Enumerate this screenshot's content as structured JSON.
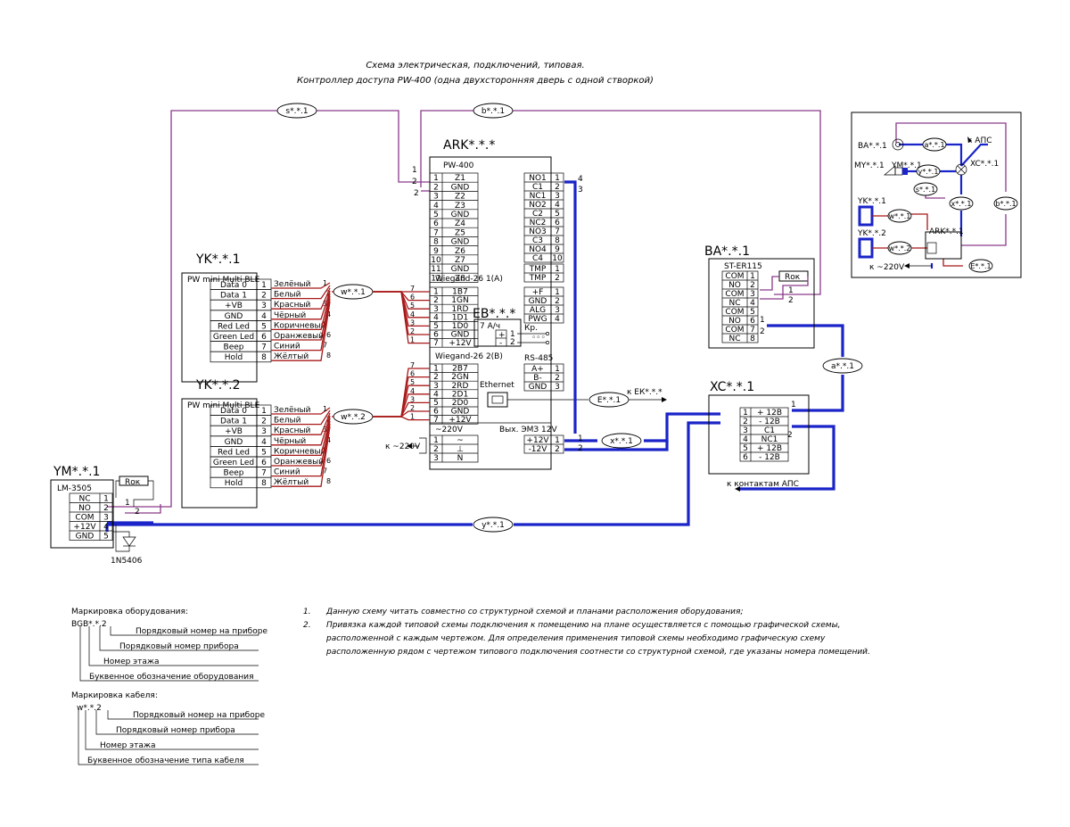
{
  "title": {
    "line1": "Схема электрическая,  подключений, типовая.",
    "line2": "Контроллер доступа PW-400 (одна двухсторонняя дверь с одной створкой)"
  },
  "cables": {
    "s": "s*.*.1",
    "b": "b*.*.1",
    "w1": "w*.*.1",
    "w2": "w*.*.2",
    "e": "E*.*.1",
    "x": "x*.*.1",
    "y": "y*.*.1",
    "a": "a*.*.1"
  },
  "ark": {
    "tag": "ARK*.*.*",
    "model": "PW-400",
    "pins_left": [
      "Z1",
      "GND",
      "Z2",
      "Z3",
      "GND",
      "Z4",
      "Z5",
      "GND",
      "Z6",
      "Z7",
      "GND",
      "Z8"
    ],
    "pins_left_nums": [
      "1",
      "2",
      "3",
      "4",
      "5",
      "6",
      "7",
      "8",
      "9",
      "10",
      "11",
      "12"
    ],
    "relay_pins": [
      "NO1",
      "C1",
      "NC1",
      "NO2",
      "C2",
      "NC2",
      "NO3",
      "C3",
      "NO4",
      "C4"
    ],
    "relay_nums": [
      "1",
      "2",
      "3",
      "4",
      "5",
      "6",
      "7",
      "8",
      "9",
      "10"
    ],
    "tmp": [
      "TMP",
      "TMP"
    ],
    "tmp_nums": [
      "1",
      "2"
    ],
    "aux": [
      "+F",
      "GND",
      "ALG",
      "PWG"
    ],
    "aux_nums": [
      "1",
      "2",
      "3",
      "4"
    ],
    "wiegand1_title": "Wiegand-26 1(A)",
    "wiegand1": [
      "1B7",
      "1GN",
      "1RD",
      "1D1",
      "1D0",
      "GND",
      "+12V"
    ],
    "wiegand2_title": "Wiegand-26 2(B)",
    "wiegand2": [
      "2B7",
      "2GN",
      "2RD",
      "2D1",
      "2D0",
      "GND",
      "+12V"
    ],
    "w_nums": [
      "1",
      "2",
      "3",
      "4",
      "5",
      "6",
      "7"
    ],
    "rs485_title": "RS-485",
    "rs485": [
      "A+",
      "B-",
      "GND"
    ],
    "rs485_nums": [
      "1",
      "2",
      "3"
    ],
    "ethernet": "Ethernet",
    "power_title": "~220V",
    "power": [
      "~",
      "⊥",
      "N"
    ],
    "power_nums": [
      "1",
      "2",
      "3"
    ],
    "em_title": "Вых. ЭМЗ 12V",
    "em": [
      "+12V",
      "-12V"
    ],
    "em_nums": [
      "1",
      "2"
    ],
    "eb_tag": "EB*.*.*",
    "eb_label": "7 А/ч",
    "eb_pins": [
      "+",
      "-"
    ],
    "eb_nums": [
      "1",
      "2"
    ],
    "kp": "Кр.",
    "ek_label": "к ЕК*.*.*",
    "v220_label": "к ~220V"
  },
  "readers": [
    {
      "tag": "YK*.*.1",
      "model": "PW mini Multi BLE",
      "pins": [
        "Data 0",
        "Data 1",
        "+VB",
        "GND",
        "Red Led",
        "Green Led",
        "Beep",
        "Hold"
      ],
      "nums": [
        "1",
        "2",
        "3",
        "4",
        "5",
        "6",
        "7",
        "8"
      ],
      "wires": [
        "Зелёный",
        "Белый",
        "Красный",
        "Чёрный",
        "Коричневый",
        "Оранжевый",
        "Синий",
        "Жёлтый"
      ]
    },
    {
      "tag": "YK*.*.2",
      "model": "PW mini Multi BLE",
      "pins": [
        "Data 0",
        "Data 1",
        "+VB",
        "GND",
        "Red Led",
        "Green Led",
        "Beep",
        "Hold"
      ],
      "nums": [
        "1",
        "2",
        "3",
        "4",
        "5",
        "6",
        "7",
        "8"
      ],
      "wires": [
        "Зелёный",
        "Белый",
        "Красный",
        "Чёрный",
        "Коричневый",
        "Оранжевый",
        "Синий",
        "Жёлтый"
      ]
    }
  ],
  "wire_nums": [
    "1",
    "2",
    "3",
    "4",
    "5",
    "6",
    "7",
    "8"
  ],
  "lock": {
    "tag": "YM*.*.1",
    "model": "LM-3505",
    "pins": [
      "NC",
      "NO",
      "COM",
      "+12V",
      "GND"
    ],
    "nums": [
      "1",
      "2",
      "3",
      "4",
      "5"
    ],
    "resistor": "Rок",
    "diode": "1N5406"
  },
  "button": {
    "tag": "BA*.*.1",
    "model": "ST-ER115",
    "pins": [
      "COM",
      "NO",
      "COM",
      "NC",
      "COM",
      "NO",
      "COM",
      "NC"
    ],
    "nums": [
      "1",
      "2",
      "3",
      "4",
      "5",
      "6",
      "7",
      "8"
    ],
    "resistor": "Rок"
  },
  "xc": {
    "tag": "XC*.*.1",
    "pins": [
      "+ 12В",
      "- 12В",
      "C1",
      "NC1",
      "+ 12В",
      "- 12В"
    ],
    "nums": [
      "1",
      "2",
      "3",
      "4",
      "5",
      "6"
    ],
    "aps_label": "к контактам АПС"
  },
  "inset": {
    "ba": "BA*.*.1",
    "my": "MY*.*.1",
    "ym": "YM*.*.1",
    "xc": "XC*.*.1",
    "yk1": "YK*.*.1",
    "yk2": "YK*.*.2",
    "ark": "ARK*.*.1",
    "aps": "к АПС",
    "v220": "к ~220V",
    "tags": [
      "a*.*.1",
      "y*.*.1",
      "s*.*.1",
      "x*.*.1",
      "b*.*.1",
      "w*.*.1",
      "w*.*.2",
      "E*.*.1"
    ]
  },
  "legend": {
    "equip_title": "Маркировка оборудования:",
    "equip_code": "BGB*.*.2",
    "equip_lines": [
      "Порядковый номер на приборе",
      "Порядковый номер прибора",
      "Номер этажа",
      "Буквенное обозначение оборудования"
    ],
    "cable_title": "Маркировка кабеля:",
    "cable_code": "w*.*.2",
    "cable_lines": [
      "Порядковый номер на приборе",
      "Порядковый номер прибора",
      "Номер этажа",
      "Буквенное обозначение типа кабеля"
    ]
  },
  "notes": {
    "n1": "1.",
    "t1": "Данную схему читать совместно со структурной схемой и планами расположения оборудования;",
    "n2": "2.",
    "t2a": "Привязка каждой типовой схемы подключения к помещению на плане осуществляется с помощью графической схемы,",
    "t2b": "расположенной с каждым чертежом. Для определения применения типовой схемы необходимо графическую схему",
    "t2c": "расположенную рядом с чертежом типового подключения соотнести со структурной схемой, где указаны номера помещений."
  },
  "colors": {
    "signal": "#8a3a8a",
    "reader": "#a81818",
    "power": "#1a24c8"
  },
  "icons": [
    "lock-icon",
    "ethernet-icon",
    "resistor-icon",
    "diode-icon",
    "battery-icon",
    "pushbutton-icon",
    "contact-icon"
  ]
}
